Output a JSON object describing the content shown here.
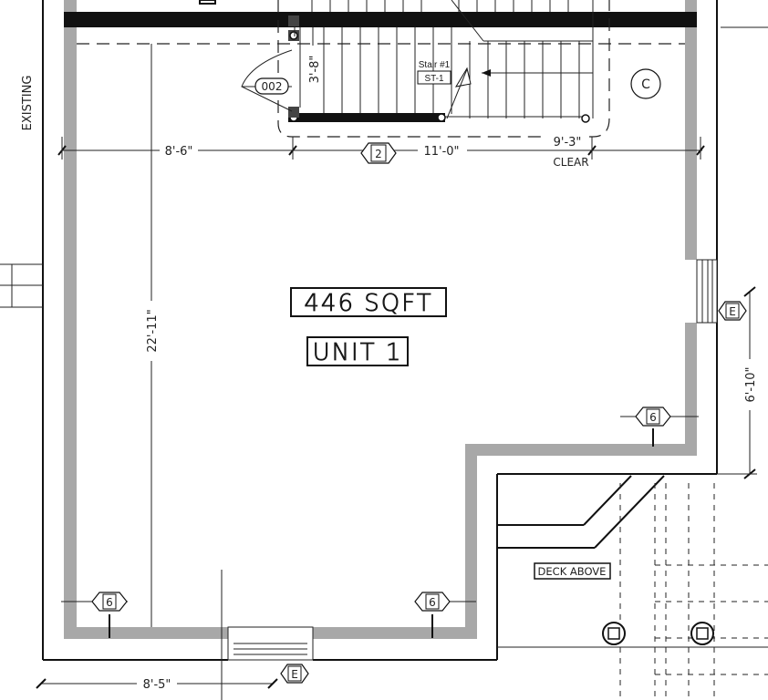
{
  "labels": {
    "area": "446 SQFT",
    "unit": "UNIT 1",
    "stair_title": "Stair #1",
    "stair_code": "ST-1",
    "existing": "EXISTING",
    "deck": "DECK ABOVE",
    "clear": "CLEAR",
    "door_tag": "002"
  },
  "dimensions": {
    "top_left": "8'-6\"",
    "top_mid": "11'-0\"",
    "top_right": "9'-3\"",
    "stair_depth": "3'-8\"",
    "vertical_main": "22'-11\"",
    "right_side": "6'-10\"",
    "bottom_left": "8'-5\""
  },
  "tags": {
    "circle_c": "C",
    "section_2": "2",
    "elev_e_right": "E",
    "elev_e_bottom": "E",
    "wall_6_right": "6",
    "wall_6_left": "6",
    "wall_6_mid": "6"
  },
  "colors": {
    "wall_fill": "#a8a8a8",
    "line": "#111111",
    "background": "#ffffff"
  }
}
